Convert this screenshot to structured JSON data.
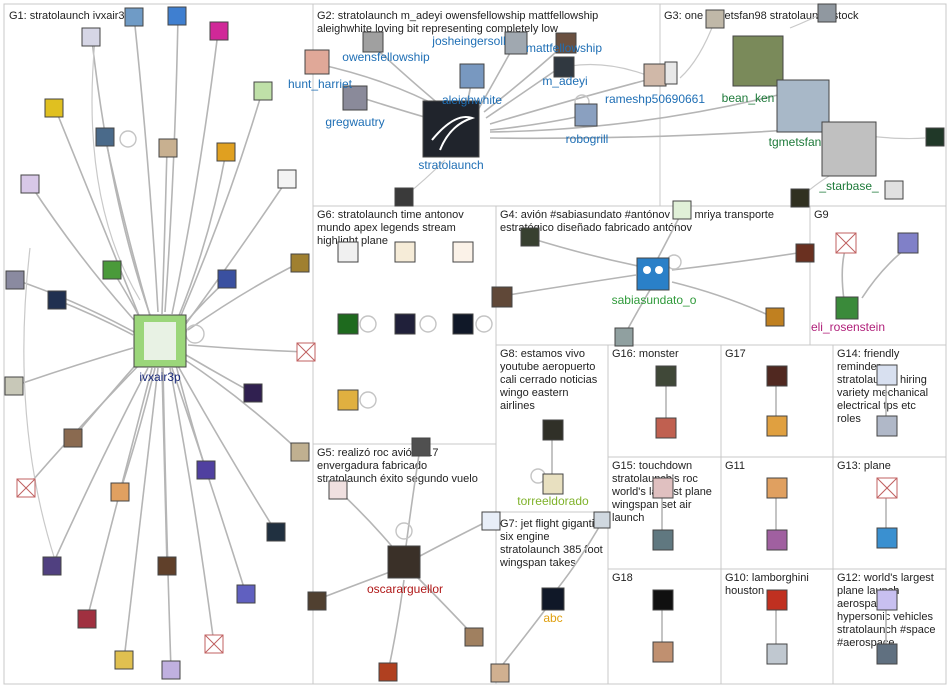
{
  "groups": [
    {
      "id": "G1",
      "title": [
        "G1: stratolaunch ivxair3p"
      ]
    },
    {
      "id": "G2",
      "title": [
        "G2: stratolaunch m_adeyi owensfellowship mattfellowship",
        "aleighwhite loving bit representing completely low"
      ]
    },
    {
      "id": "G3",
      "title": [
        "G3: one tgmetsfan98 stratolaunch stock"
      ]
    },
    {
      "id": "G6",
      "title": [
        "G6: stratolaunch time antonov",
        "mundo apex legends stream",
        "highlight plane"
      ]
    },
    {
      "id": "G4",
      "title": [
        "G4: avión #sabiasundato #antónov 225 mriya transporte",
        "estratégico diseñado fabricado antónov"
      ]
    },
    {
      "id": "G9",
      "title": [
        "G9"
      ]
    },
    {
      "id": "G5",
      "title": [
        "G5: realizó roc avión 117",
        "envergadura fabricado",
        "stratolaunch éxito segundo vuelo"
      ]
    },
    {
      "id": "G8",
      "title": [
        "G8: estamos vivo",
        "youtube aeropuerto",
        "cali cerrado noticias",
        "wingo eastern",
        "airlines"
      ]
    },
    {
      "id": "G16",
      "title": [
        "G16: monster"
      ]
    },
    {
      "id": "G17",
      "title": [
        "G17"
      ]
    },
    {
      "id": "G14",
      "title": [
        "G14: friendly",
        "reminder",
        "stratolaunch hiring",
        "variety mechanical",
        "electrical tps etc",
        "roles"
      ]
    },
    {
      "id": "G7",
      "title": [
        "G7: jet flight gigantic",
        "six engine",
        "stratolaunch 385 foot",
        "wingspan takes"
      ]
    },
    {
      "id": "G15",
      "title": [
        "G15: touchdown",
        "stratolaunch's roc",
        "world's largest plane",
        "wingspan set air",
        "launch"
      ]
    },
    {
      "id": "G11",
      "title": [
        "G11"
      ]
    },
    {
      "id": "G13",
      "title": [
        "G13: plane"
      ]
    },
    {
      "id": "G18",
      "title": [
        "G18"
      ]
    },
    {
      "id": "G10",
      "title": [
        "G10: lamborghini",
        "houston"
      ]
    },
    {
      "id": "G12",
      "title": [
        "G12: world's largest",
        "plane launch",
        "aerospace",
        "hypersonic vehicles",
        "stratolaunch #space",
        "#aerospace"
      ]
    }
  ],
  "labels": [
    {
      "id": "ivxair3p",
      "text": "ivxair3p",
      "color": "#1a2a7a"
    },
    {
      "id": "hunt_harriet",
      "text": "hunt_harriet",
      "color": "#1f6fb5"
    },
    {
      "id": "owensfellowship",
      "text": "owensfellowship",
      "color": "#1f6fb5"
    },
    {
      "id": "josheingersoll",
      "text": "josheingersoll",
      "color": "#1f6fb5"
    },
    {
      "id": "mattfellowship",
      "text": "mattfellowship",
      "color": "#1f6fb5"
    },
    {
      "id": "m_adeyi",
      "text": "m_adeyi",
      "color": "#1f6fb5"
    },
    {
      "id": "gregwautry",
      "text": "gregwautry",
      "color": "#1f6fb5"
    },
    {
      "id": "aleighwhite",
      "text": "aleighwhite",
      "color": "#1f6fb5"
    },
    {
      "id": "rameshp50690661",
      "text": "rameshp50690661",
      "color": "#1f6fb5"
    },
    {
      "id": "robogrill",
      "text": "robogrill",
      "color": "#1f6fb5"
    },
    {
      "id": "stratolaunch",
      "text": "stratolaunch",
      "color": "#1f6fb5"
    },
    {
      "id": "bean_ken",
      "text": "bean_ken",
      "color": "#1e7a3a"
    },
    {
      "id": "tgmetsfan",
      "text": "tgmetsfan",
      "color": "#1e7a3a"
    },
    {
      "id": "starbase",
      "text": "_starbase_",
      "color": "#1e7a3a"
    },
    {
      "id": "sabiasundato_o",
      "text": "sabiasundato_o",
      "color": "#2f9a3a"
    },
    {
      "id": "eli_rosenstein",
      "text": "eli_rosenstein",
      "color": "#b0207a"
    },
    {
      "id": "torreeldorado",
      "text": "torreeldorado",
      "color": "#7fb22a"
    },
    {
      "id": "oscararguellor",
      "text": "oscararguellor",
      "color": "#b01818"
    },
    {
      "id": "abc",
      "text": "abc",
      "color": "#e0a010"
    }
  ],
  "colors": {
    "group_border": "#c8c8c8",
    "edge": "#b5b5b5",
    "G1": "#1a2a7a",
    "G2": "#1f6fb5",
    "G3": "#1e7a3a",
    "G4": "#2f9a3a",
    "G5": "#b01818",
    "G8": "#7fb22a",
    "G7": "#e0a010",
    "G9": "#b0207a"
  }
}
